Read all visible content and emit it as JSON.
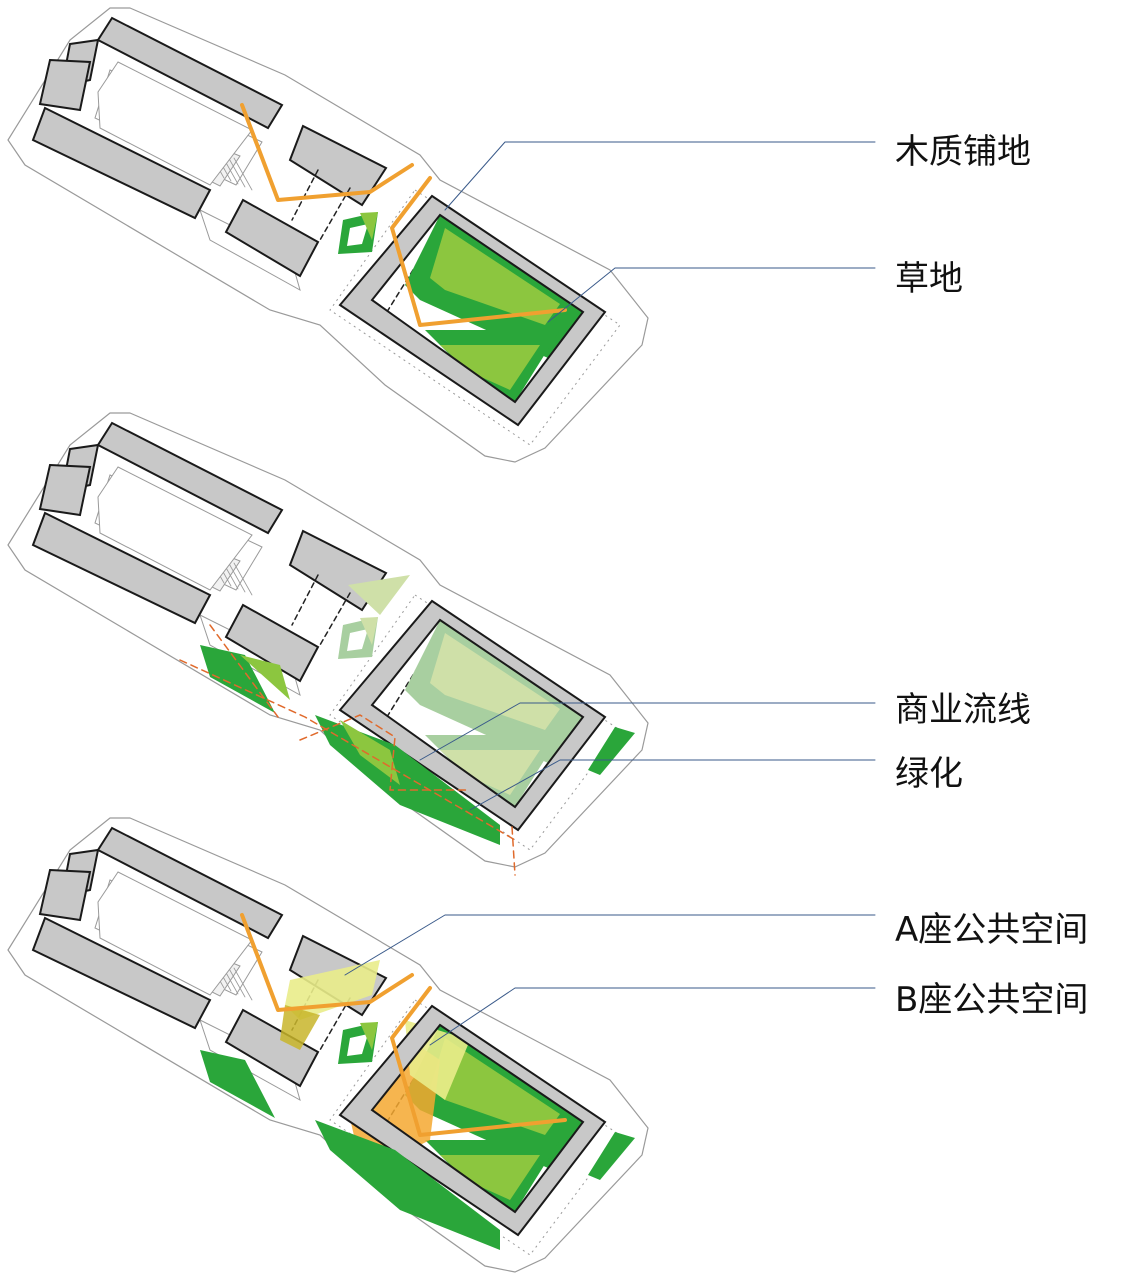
{
  "colors": {
    "site_outline": "#9a9a9a",
    "building_fill": "#c8c8c8",
    "building_stroke": "#1a1a1a",
    "wood_path": "#f0a030",
    "grass_dark": "#2aa63a",
    "grass_light": "#8cc63f",
    "grass_pale_dark": "#a8cfa0",
    "grass_pale_light": "#cfe0a8",
    "commercial_line": "#e06a2c",
    "public_a": "#e9ec8a",
    "public_a_dark": "#c8b52a",
    "public_b": "#f4a830",
    "leader_line": "#3a5a8a"
  },
  "panels": [
    {
      "name": "wood-grass-panel",
      "labels": [
        "木质铺地",
        "草地"
      ]
    },
    {
      "name": "commercial-green-panel",
      "labels": [
        "商业流线",
        "绿化"
      ]
    },
    {
      "name": "public-space-panel",
      "labels": [
        "A座公共空间",
        "B座公共空间"
      ]
    }
  ]
}
